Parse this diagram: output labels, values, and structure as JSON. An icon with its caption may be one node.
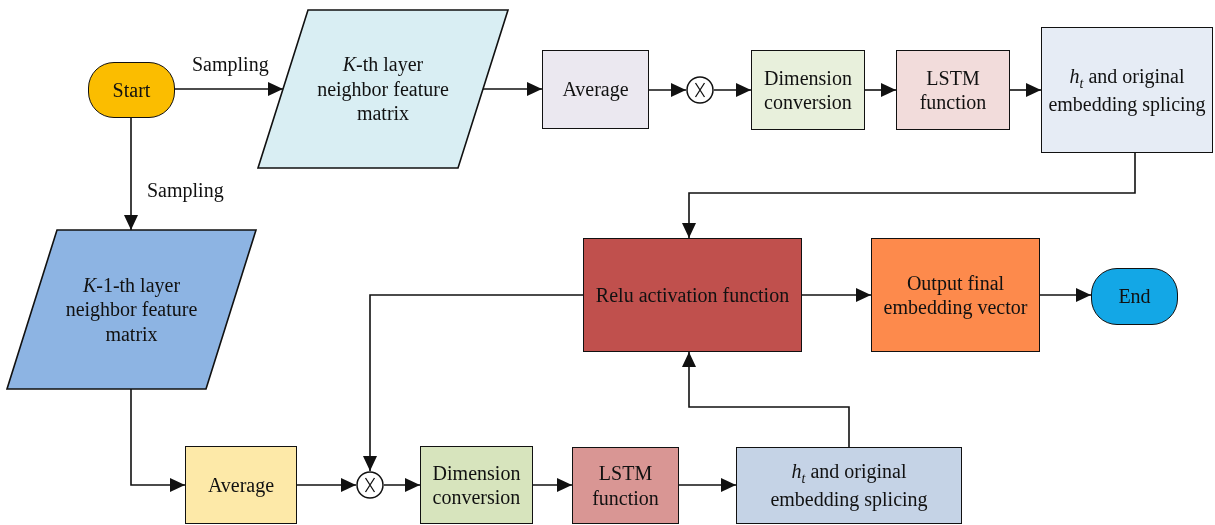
{
  "diagram": {
    "nodes": [
      {
        "text": [
          "Start"
        ]
      },
      {
        "text": [
          "*K*-th layer neighbor feature matrix"
        ]
      },
      {
        "text": [
          "Average"
        ]
      },
      {
        "text": [],
        "shape": "circle"
      },
      {
        "text": [
          "Dimension conversion"
        ]
      },
      {
        "text": [
          "LSTM function"
        ]
      },
      {
        "text": [
          "*h*$_{t}$ and original embedding splicing"
        ]
      },
      {
        "text": [
          "*K*-1-th layer neighbor feature matrix"
        ]
      },
      {
        "text": [
          "Relu activation function"
        ]
      },
      {
        "text": [
          "Output final embedding vector"
        ]
      },
      {
        "text": [
          "End"
        ]
      },
      {
        "text": [
          "Average"
        ]
      },
      {
        "text": [],
        "shape": "circle"
      },
      {
        "text": [
          "Dimension conversion"
        ]
      },
      {
        "text": [
          "LSTM function"
        ]
      },
      {
        "text": [
          "*h*$_{t}$ and original embedding splicing"
        ]
      }
    ],
    "edges": [
      {
        "from": 0,
        "to": 1,
        "arrow": "to",
        "label": "Sampling"
      },
      {
        "from": 0,
        "to": 7,
        "arrow": "to",
        "label": "Sampling"
      },
      {
        "from": 1,
        "to": 2,
        "arrow": "to"
      },
      {
        "from": 2,
        "to": 3,
        "arrow": "to"
      },
      {
        "from": 3,
        "to": 4,
        "arrow": "to"
      },
      {
        "from": 4,
        "to": 5,
        "arrow": "to"
      },
      {
        "from": 5,
        "to": 6,
        "arrow": "to"
      },
      {
        "from": 6,
        "to": 8,
        "arrow": "to"
      },
      {
        "from": 8,
        "to": 9,
        "arrow": "to"
      },
      {
        "from": 9,
        "to": 10,
        "arrow": "to"
      },
      {
        "from": 7,
        "to": 11,
        "arrow": "to"
      },
      {
        "from": 11,
        "to": 12,
        "arrow": "to"
      },
      {
        "from": 8,
        "to": 12,
        "arrow": "to"
      },
      {
        "from": 12,
        "to": 13,
        "arrow": "to"
      },
      {
        "from": 13,
        "to": 14,
        "arrow": "to"
      },
      {
        "from": 14,
        "to": 15,
        "arrow": "to"
      },
      {
        "from": 15,
        "to": 8,
        "arrow": "to"
      }
    ]
  }
}
